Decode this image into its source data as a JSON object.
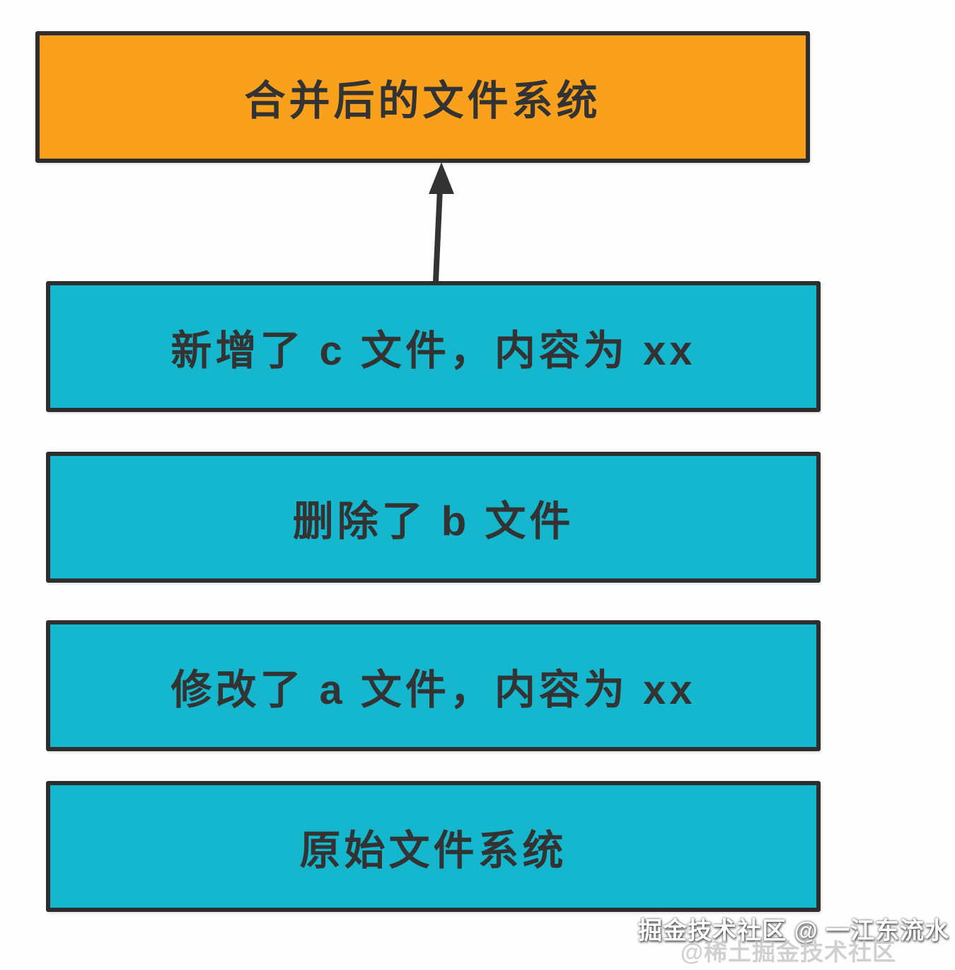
{
  "diagram": {
    "merged_box": {
      "label": "合并后的文件系统",
      "fill": "#f9a11c",
      "border": "#2e2e2e"
    },
    "layers": [
      {
        "label": "新增了 c 文件，内容为 xx",
        "fill": "#14b7ce"
      },
      {
        "label": "删除了 b 文件",
        "fill": "#14b7ce"
      },
      {
        "label": "修改了 a 文件，内容为 xx",
        "fill": "#14b7ce"
      },
      {
        "label": "原始文件系统",
        "fill": "#14b7ce"
      }
    ],
    "arrow": {
      "name": "merge-up-arrow",
      "color": "#333333"
    }
  },
  "watermark": {
    "line1": "掘金技术社区 @ 一江东流水",
    "line2": "@稀土掘金技术社区"
  }
}
